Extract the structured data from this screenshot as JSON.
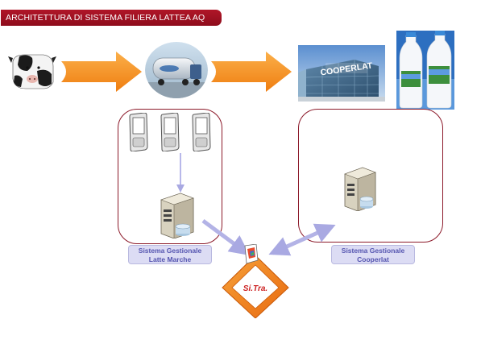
{
  "title": "ARCHITETTURA DI SISTEMA FILIERA LATTEA AQ",
  "brand": {
    "cooperlat_logo_text": "COOPERLAT",
    "sitra_logo_text": "Si.Tra."
  },
  "systems": {
    "latte_marche": {
      "line1": "Sistema Gestionale",
      "line2": "Latte Marche"
    },
    "cooperlat": {
      "line1": "Sistema Gestionale",
      "line2": "Cooperlat"
    }
  },
  "colors": {
    "title_bg": "#9e1424",
    "flow_arrow": "#f39019",
    "box_border": "#8c1a2a",
    "connector": "#b3b3e6",
    "label_text": "#5555b0",
    "sitra_diamond": "#f07d1e"
  },
  "icons": {
    "cow": "cow-icon",
    "tanker": "milk-tanker-icon",
    "plant": "dairy-plant-icon",
    "bottles": "milk-bottles-icon",
    "device": "handheld-device-icon",
    "server": "server-icon",
    "hub": "sitra-hub-icon"
  }
}
